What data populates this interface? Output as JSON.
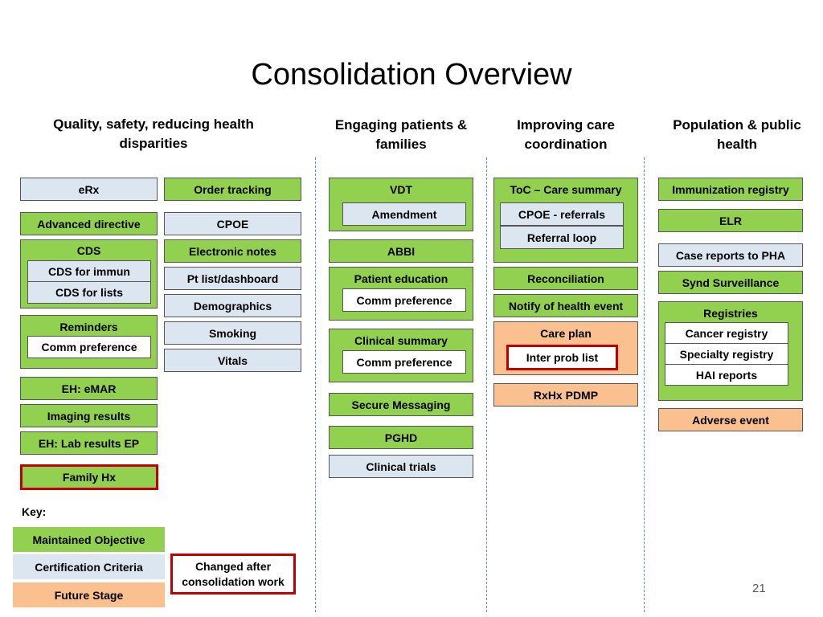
{
  "title": "Consolidation Overview",
  "headers": {
    "quality": "Quality, safety, reducing health disparities",
    "engaging": "Engaging patients & families",
    "coordination": "Improving care coordination",
    "population": "Population & public health"
  },
  "quality": {
    "erx": "eRx",
    "advanced_directive": "Advanced directive",
    "cds": "CDS",
    "cds_immun": "CDS for immun",
    "cds_lists": "CDS for lists",
    "reminders": "Reminders",
    "reminders_comm": "Comm preference",
    "eh_emar": "EH: eMAR",
    "imaging": "Imaging results",
    "eh_lab": "EH: Lab results EP",
    "family_hx": "Family Hx",
    "order_tracking": "Order  tracking",
    "cpoe": "CPOE",
    "electronic_notes": "Electronic notes",
    "pt_list": "Pt list/dashboard",
    "demographics": "Demographics",
    "smoking": "Smoking",
    "vitals": "Vitals"
  },
  "engaging": {
    "vdt": "VDT",
    "amendment": "Amendment",
    "abbi": "ABBI",
    "patient_education": "Patient education",
    "pe_comm": "Comm preference",
    "clinical_summary": "Clinical summary",
    "cs_comm": "Comm preference",
    "secure_messaging": "Secure Messaging",
    "pghd": "PGHD",
    "clinical_trials": "Clinical trials"
  },
  "coordination": {
    "toc": "ToC – Care summary",
    "cpoe_referrals": "CPOE - referrals",
    "referral_loop": "Referral loop",
    "reconciliation": "Reconciliation",
    "notify": "Notify of health event",
    "care_plan": "Care plan",
    "inter_prob": "Inter prob list",
    "rxhx": "RxHx PDMP"
  },
  "population": {
    "immunization": "Immunization registry",
    "elr": "ELR",
    "case_reports": "Case reports to PHA",
    "synd": "Synd Surveillance",
    "registries": "Registries",
    "cancer": "Cancer registry",
    "specialty": "Specialty registry",
    "hai": "HAI reports",
    "adverse": "Adverse event"
  },
  "key": {
    "label": "Key:",
    "maintained": "Maintained Objective",
    "certification": "Certification Criteria",
    "future": "Future Stage",
    "changed": "Changed after consolidation work"
  },
  "page_number": "21",
  "colors": {
    "green": "#92d050",
    "blue": "#dce6f1",
    "orange": "#fac090",
    "red_border": "#c00000",
    "divider": "#5b8fd0"
  }
}
